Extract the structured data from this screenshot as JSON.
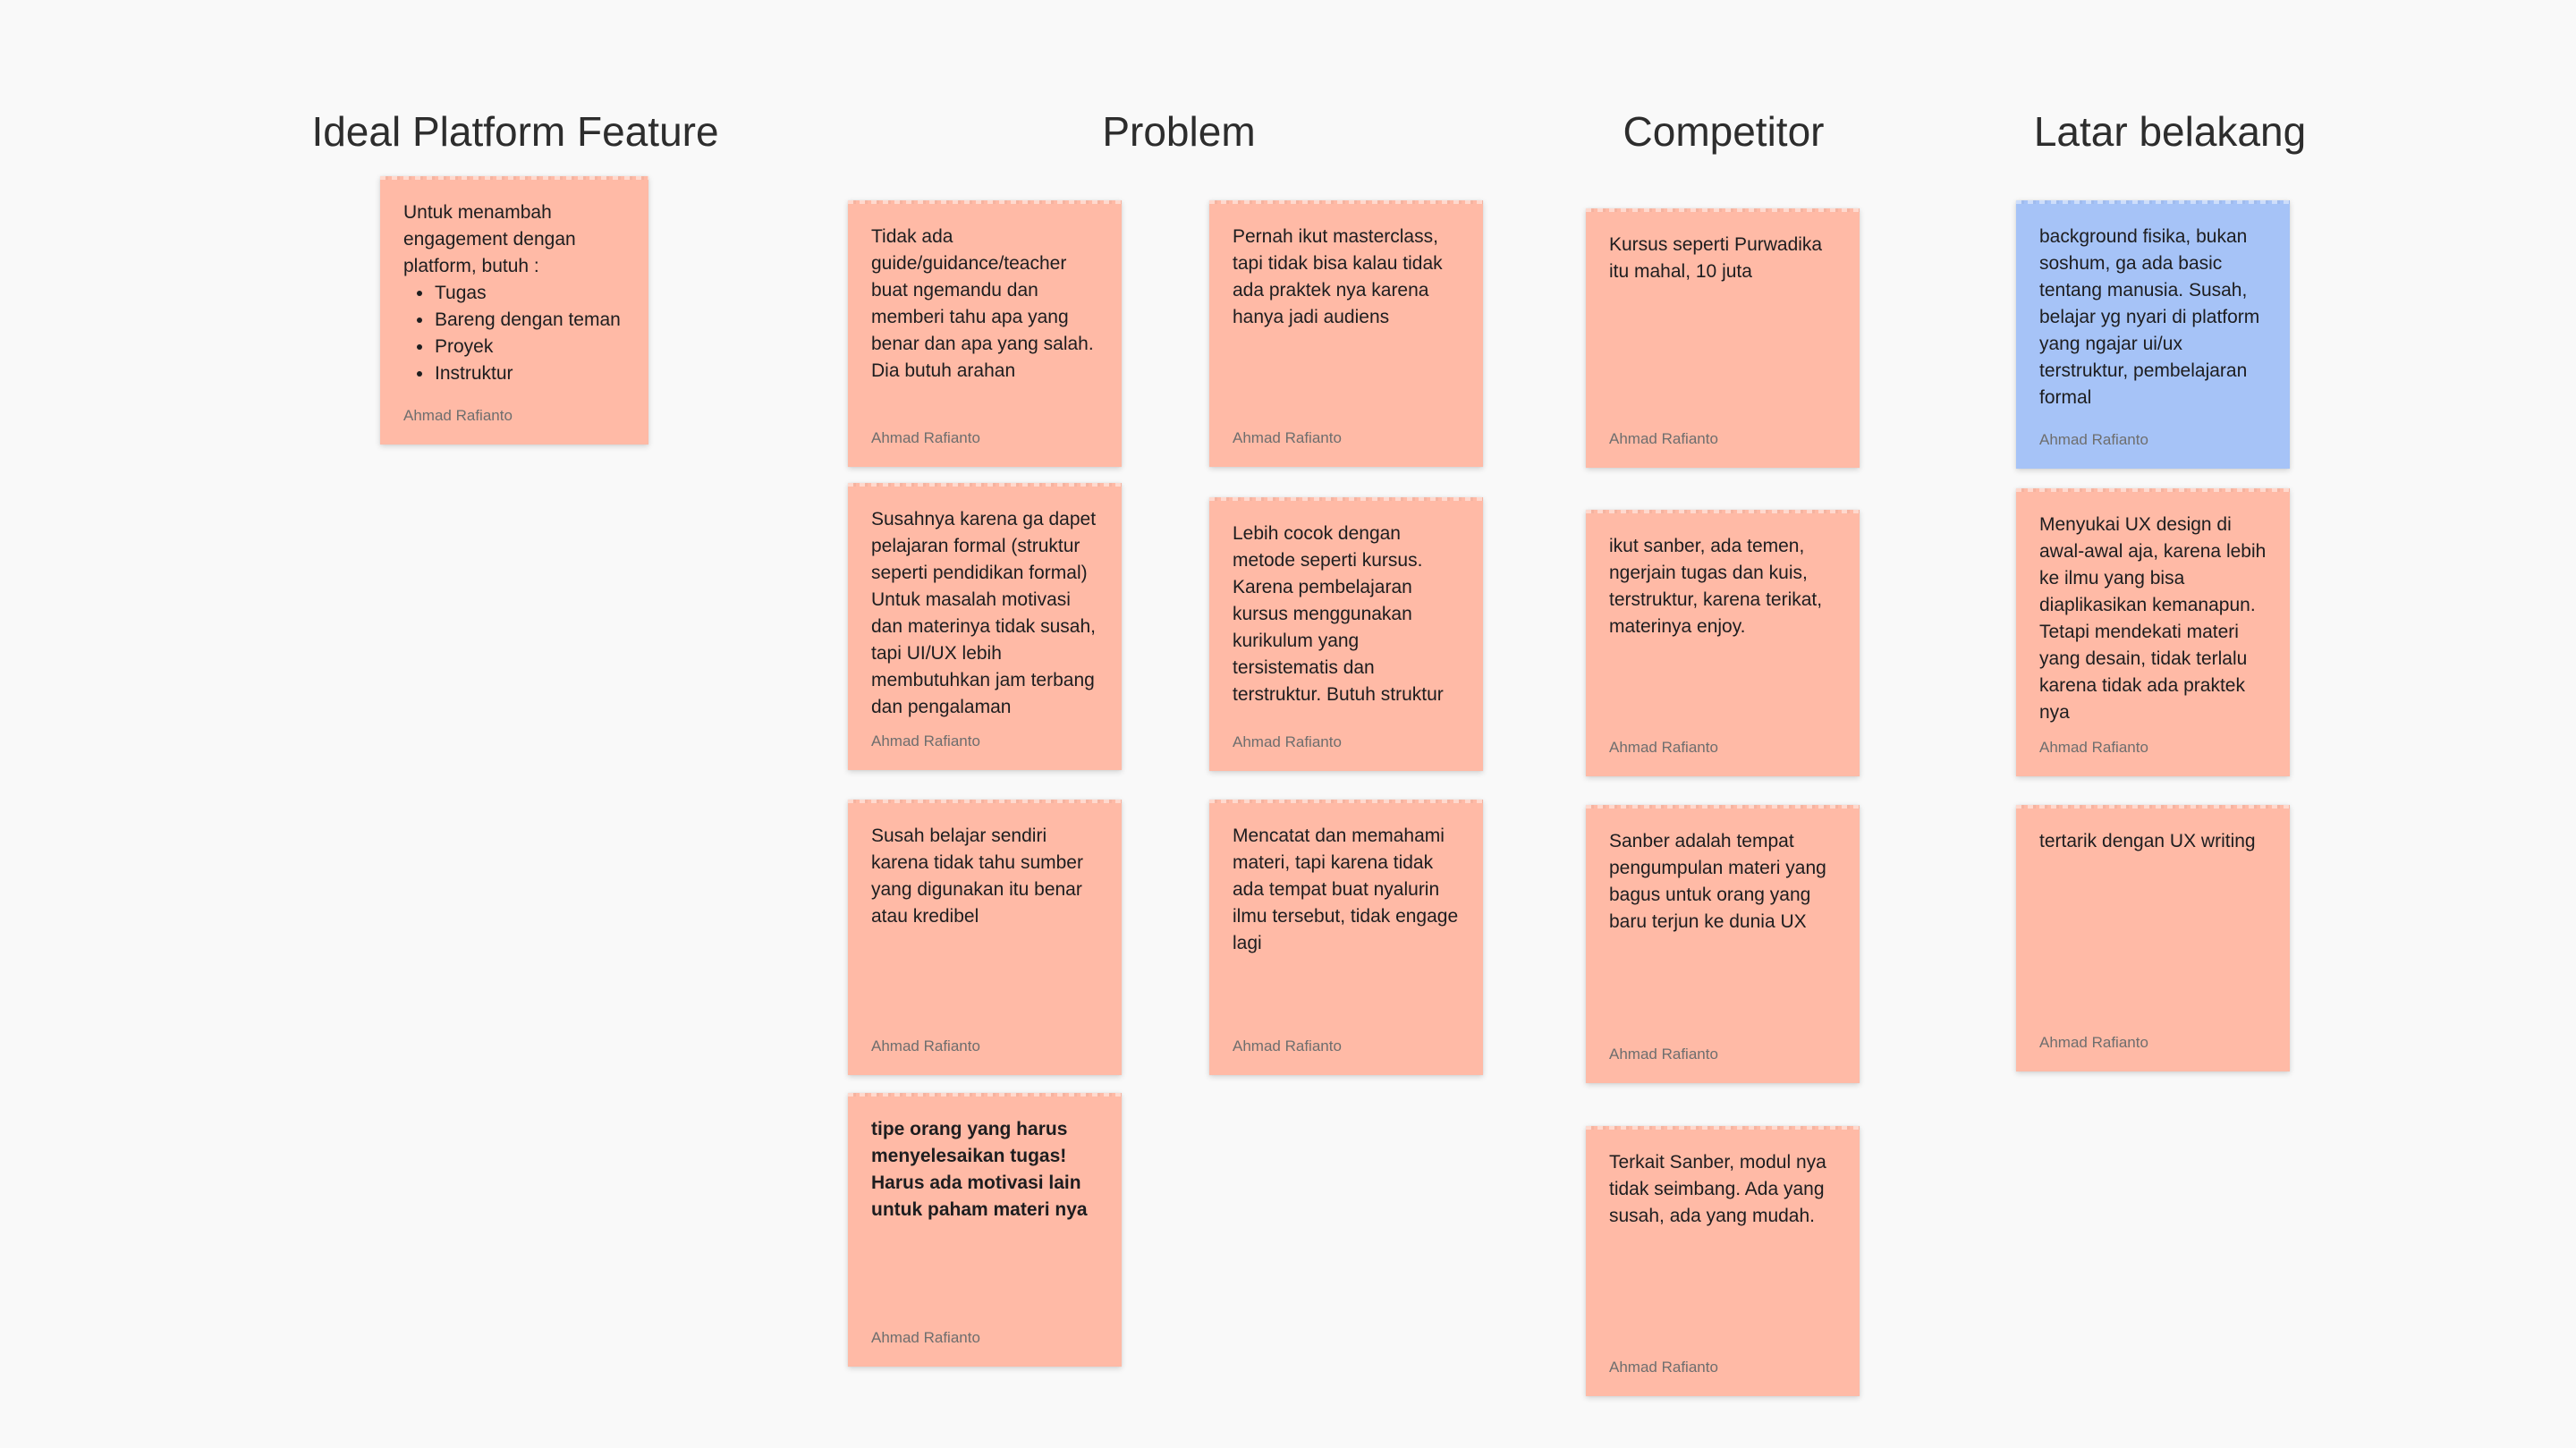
{
  "board": {
    "colors": {
      "note_salmon": "#ffbaa6",
      "note_blue": "#a6c3f7",
      "canvas": "#f9f9f9"
    },
    "author": "Ahmad Rafianto",
    "columns": [
      {
        "title": "Ideal Platform Feature",
        "stacks": [
          [
            {
              "intro": "Untuk menambah engagement dengan platform, butuh :",
              "bullets": [
                "Tugas",
                "Bareng dengan teman",
                "Proyek",
                "Instruktur"
              ],
              "author": "Ahmad Rafianto",
              "color": "salmon"
            }
          ]
        ]
      },
      {
        "title": "Problem",
        "stacks": [
          [
            {
              "text": "Tidak ada guide/guidance/teacher buat ngemandu dan memberi tahu apa yang benar dan apa yang salah. Dia butuh arahan",
              "author": "Ahmad Rafianto",
              "color": "salmon"
            },
            {
              "text": "Susahnya karena ga dapet pelajaran formal (struktur seperti pendidikan formal) Untuk masalah motivasi dan materinya tidak susah, tapi UI/UX lebih membutuhkan jam terbang dan pengalaman",
              "author": "Ahmad Rafianto",
              "color": "salmon"
            },
            {
              "text": "Susah belajar sendiri karena tidak tahu sumber yang digunakan itu benar atau kredibel",
              "author": "Ahmad Rafianto",
              "color": "salmon"
            },
            {
              "text": "tipe orang yang harus menyelesaikan tugas! Harus ada motivasi lain untuk paham materi nya",
              "author": "Ahmad Rafianto",
              "color": "salmon",
              "bold": true
            }
          ],
          [
            {
              "text": "Pernah ikut masterclass, tapi tidak bisa kalau tidak ada praktek nya karena hanya jadi audiens",
              "author": "Ahmad Rafianto",
              "color": "salmon"
            },
            {
              "text": "Lebih cocok dengan metode seperti kursus. Karena pembelajaran kursus menggunakan kurikulum yang tersistematis dan terstruktur. Butuh struktur",
              "author": "Ahmad Rafianto",
              "color": "salmon"
            },
            {
              "text": "Mencatat dan memahami materi, tapi karena tidak ada tempat buat nyalurin ilmu tersebut, tidak engage lagi",
              "author": "Ahmad Rafianto",
              "color": "salmon"
            }
          ]
        ]
      },
      {
        "title": "Competitor",
        "stacks": [
          [
            {
              "text": "Kursus seperti Purwadika itu mahal, 10 juta",
              "author": "Ahmad Rafianto",
              "color": "salmon"
            },
            {
              "text": "ikut sanber, ada temen, ngerjain tugas dan kuis, terstruktur, karena terikat, materinya enjoy.",
              "author": "Ahmad Rafianto",
              "color": "salmon"
            },
            {
              "text": "Sanber adalah tempat pengumpulan materi yang bagus untuk orang yang baru terjun ke dunia UX",
              "author": "Ahmad Rafianto",
              "color": "salmon"
            },
            {
              "text": "Terkait Sanber, modul nya tidak seimbang. Ada yang susah, ada yang  mudah.",
              "author": "Ahmad Rafianto",
              "color": "salmon"
            }
          ]
        ]
      },
      {
        "title": "Latar belakang",
        "stacks": [
          [
            {
              "text": "background fisika, bukan soshum, ga ada basic tentang manusia. Susah, belajar yg nyari di platform yang ngajar ui/ux terstruktur, pembelajaran formal",
              "author": "Ahmad Rafianto",
              "color": "blue"
            },
            {
              "text": "Menyukai UX design di awal-awal aja, karena lebih ke ilmu yang bisa diaplikasikan kemanapun. Tetapi mendekati materi yang desain, tidak terlalu karena tidak ada praktek nya",
              "author": "Ahmad Rafianto",
              "color": "salmon"
            },
            {
              "text": "tertarik dengan UX writing",
              "author": "Ahmad Rafianto",
              "color": "salmon"
            }
          ]
        ]
      }
    ]
  }
}
